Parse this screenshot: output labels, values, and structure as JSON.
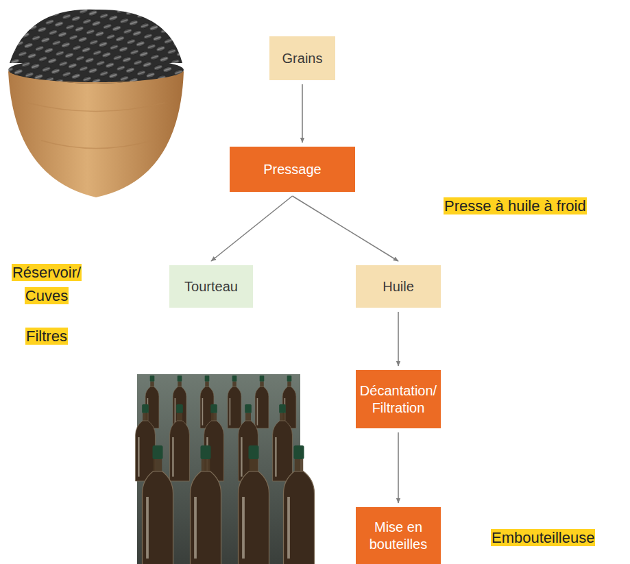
{
  "diagram": {
    "nodes": [
      {
        "text": [
          "Grains"
        ]
      },
      {
        "text": [
          "Pressage"
        ]
      },
      {
        "text": [
          "Tourteau"
        ]
      },
      {
        "text": [
          "Huile"
        ]
      },
      {
        "text": [
          "Décantation/ Filtration"
        ]
      },
      {
        "text": [
          "Mise en bouteilles"
        ]
      }
    ],
    "edges": [
      {
        "from": 0,
        "to": 1,
        "arrow": "to"
      },
      {
        "from": 1,
        "to": 2,
        "arrow": "to"
      },
      {
        "from": 1,
        "to": 3,
        "arrow": "to"
      },
      {
        "from": 3,
        "to": 4,
        "arrow": "to"
      },
      {
        "from": 4,
        "to": 5,
        "arrow": "to"
      }
    ],
    "labels": [
      "Presse à huile à froid",
      "Réservoir/ Cuves",
      "Filtres",
      "Embouteilleuse"
    ]
  }
}
